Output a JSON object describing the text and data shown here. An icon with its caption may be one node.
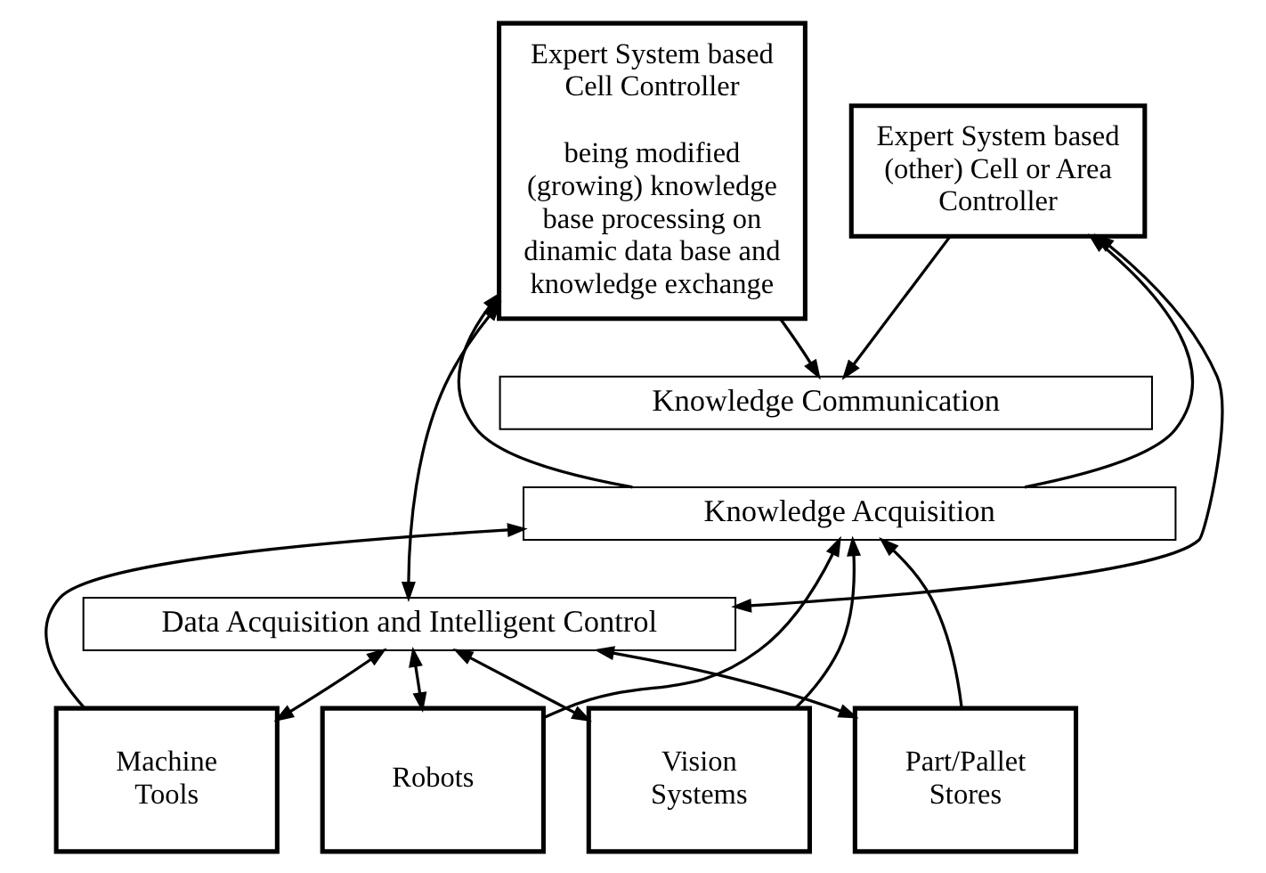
{
  "diagram": {
    "nodes": [
      {
        "text": [
          "Expert System based Cell Controller",
          "being modified (growing) knowledge base processing on dinamic data base and knowledge exchange"
        ]
      },
      {
        "text": [
          "Expert System based (other) Cell or Area Controller"
        ]
      },
      {
        "text": [
          "Knowledge Communication"
        ]
      },
      {
        "text": [
          "Knowledge Acquisition"
        ]
      },
      {
        "text": [
          "Data Acquisition and Intelligent Control"
        ]
      },
      {
        "text": [
          "Machine Tools"
        ]
      },
      {
        "text": [
          "Robots"
        ]
      },
      {
        "text": [
          "Vision Systems"
        ]
      },
      {
        "text": [
          "Part/Pallet Stores"
        ]
      }
    ],
    "edges": [
      {
        "from": 4,
        "to": 0,
        "arrow": "both"
      },
      {
        "from": 3,
        "to": 0,
        "arrow": "to"
      },
      {
        "from": 0,
        "to": 2,
        "arrow": "to"
      },
      {
        "from": 4,
        "to": 1,
        "arrow": "both"
      },
      {
        "from": 3,
        "to": 1,
        "arrow": "to"
      },
      {
        "from": 1,
        "to": 2,
        "arrow": "to"
      },
      {
        "from": 5,
        "to": 3,
        "arrow": "to"
      },
      {
        "from": 5,
        "to": 4,
        "arrow": "both"
      },
      {
        "from": 6,
        "to": 3,
        "arrow": "to"
      },
      {
        "from": 6,
        "to": 4,
        "arrow": "both"
      },
      {
        "from": 7,
        "to": 3,
        "arrow": "to"
      },
      {
        "from": 7,
        "to": 4,
        "arrow": "both"
      },
      {
        "from": 8,
        "to": 3,
        "arrow": "to"
      },
      {
        "from": 8,
        "to": 4,
        "arrow": "both"
      }
    ]
  }
}
